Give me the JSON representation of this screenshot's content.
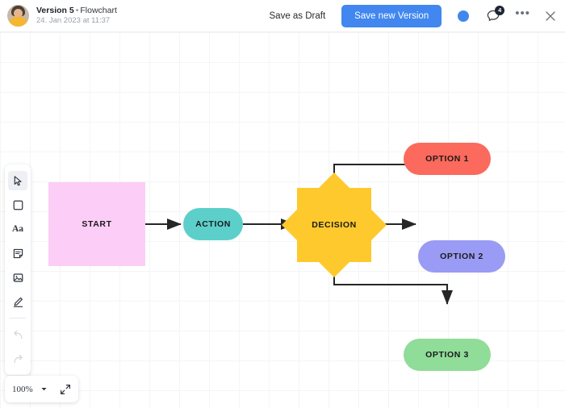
{
  "header": {
    "avatar_name": "user-avatar",
    "version_label": "Version 5",
    "separator": "•",
    "document_name": "Flowchart",
    "timestamp": "24. Jan 2023 at 11:37",
    "save_draft_label": "Save as Draft",
    "save_version_label": "Save new Version",
    "presence_color": "#4187ef",
    "comment_badge_count": "4",
    "more_label": "•••",
    "close_label": "✕"
  },
  "toolbar": {
    "items": [
      {
        "name": "select-tool",
        "label": "Select",
        "active": true,
        "disabled": false
      },
      {
        "name": "shape-tool",
        "label": "Shape",
        "active": false,
        "disabled": false
      },
      {
        "name": "text-tool",
        "label": "Aa",
        "active": false,
        "disabled": false
      },
      {
        "name": "note-tool",
        "label": "Note",
        "active": false,
        "disabled": false
      },
      {
        "name": "image-tool",
        "label": "Image",
        "active": false,
        "disabled": false
      },
      {
        "name": "pen-tool",
        "label": "Pen",
        "active": false,
        "disabled": false
      },
      {
        "name": "undo-tool",
        "label": "Undo",
        "active": false,
        "disabled": true
      },
      {
        "name": "redo-tool",
        "label": "Redo",
        "active": false,
        "disabled": true
      }
    ]
  },
  "zoom_control": {
    "value": "100%",
    "chevron": "chevron-down-icon",
    "expand": "expand-icon"
  },
  "canvas": {
    "grid_size": "37",
    "grid_color": "#f4f5f7",
    "nodes": [
      {
        "id": "start",
        "label": "START",
        "shape": "rectangle",
        "color": "#fccdf7"
      },
      {
        "id": "action",
        "label": "ACTION",
        "shape": "pill",
        "color": "#5dcfcb"
      },
      {
        "id": "decision",
        "label": "DECISION",
        "shape": "diamond",
        "color": "#fdc92c"
      },
      {
        "id": "option1",
        "label": "OPTION 1",
        "shape": "pill",
        "color": "#fb6a5d"
      },
      {
        "id": "option2",
        "label": "OPTION 2",
        "shape": "pill",
        "color": "#9a9bf4"
      },
      {
        "id": "option3",
        "label": "OPTION 3",
        "shape": "pill",
        "color": "#90dc99"
      }
    ],
    "connectors": [
      {
        "from": "start",
        "to": "action",
        "style": "straight"
      },
      {
        "from": "action",
        "to": "decision",
        "style": "straight"
      },
      {
        "from": "decision",
        "to": "option1",
        "style": "elbow-up"
      },
      {
        "from": "decision",
        "to": "option2",
        "style": "straight"
      },
      {
        "from": "decision",
        "to": "option3",
        "style": "elbow-down"
      }
    ],
    "connector_color": "#262626"
  }
}
